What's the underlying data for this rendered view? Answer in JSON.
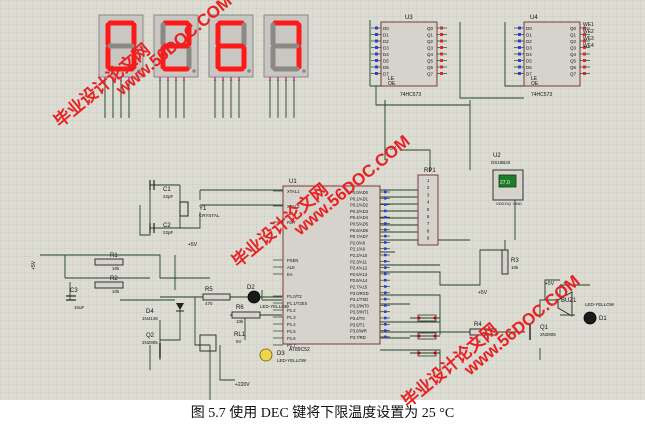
{
  "caption": "图 5.7 使用 DEC 键将下限温度设置为 25 °C",
  "display": {
    "digits": [
      "0",
      "2",
      "6",
      "7"
    ]
  },
  "watermark": {
    "lines": [
      "毕业设计论文网",
      "www.56DOC.COM"
    ]
  },
  "components": {
    "u3": {
      "ref": "U3",
      "part": "74HC573",
      "pins_left": [
        "D0",
        "D1",
        "D2",
        "D3",
        "D4",
        "D5",
        "D6",
        "D7"
      ],
      "pins_right": [
        "Q0",
        "Q1",
        "Q2",
        "Q3",
        "Q4",
        "Q5",
        "Q6",
        "Q7"
      ],
      "le": "LE",
      "oe": "OE"
    },
    "u4": {
      "ref": "U4",
      "part": "74HC573",
      "pins_left": [
        "D0",
        "D1",
        "D2",
        "D3",
        "D4",
        "D5",
        "D6",
        "D7"
      ],
      "pins_right": [
        "Q0",
        "Q1",
        "Q2",
        "Q3",
        "Q4",
        "Q5",
        "Q6",
        "Q7"
      ],
      "net_labels": [
        "WE1",
        "WE2",
        "WE3",
        "WE4"
      ],
      "le": "LE",
      "oe": "OE"
    },
    "u1": {
      "ref": "U1",
      "part": "AT89C52",
      "left_pins": [
        "XTAL1",
        "XTAL2",
        "RST",
        "PSEN",
        "ALE",
        "EA",
        "P1.0/T2",
        "P1.1/T2EX",
        "P1.2",
        "P1.3",
        "P1.4",
        "P1.5",
        "P1.6",
        "P1.7"
      ],
      "right_pins": [
        "P0.0/AD0",
        "P0.1/AD1",
        "P0.2/AD2",
        "P0.3/AD3",
        "P0.4/AD4",
        "P0.5/AD5",
        "P0.6/AD6",
        "P0.7/AD7",
        "P2.0/A8",
        "P2.1/A9",
        "P2.2/A10",
        "P2.3/A11",
        "P2.4/A12",
        "P2.5/A13",
        "P2.6/A14",
        "P2.7/A15",
        "P3.0/RXD",
        "P3.1/TXD",
        "P3.2/INT0",
        "P3.3/INT1",
        "P3.4/T0",
        "P3.5/T1",
        "P3.6/WR",
        "P3.7/RD"
      ]
    },
    "u2": {
      "ref": "U2",
      "part": "DS18B20",
      "reading": "27.0",
      "pins": [
        "VDD",
        "DQ",
        "GND"
      ]
    },
    "rp1": {
      "ref": "RP1",
      "pins": [
        "1",
        "2",
        "3",
        "4",
        "5",
        "6",
        "7",
        "8",
        "9"
      ]
    },
    "c1": {
      "ref": "C1",
      "value": "22pF"
    },
    "c2": {
      "ref": "C2",
      "value": "22pF"
    },
    "c3": {
      "ref": "C3",
      "value": "10uF"
    },
    "y1": {
      "ref": "Y1",
      "value": "CRYSTAL"
    },
    "r1": {
      "ref": "R1",
      "value": "10k"
    },
    "r2": {
      "ref": "R2",
      "value": "10k"
    },
    "r3": {
      "ref": "R3",
      "value": "10k"
    },
    "r4": {
      "ref": "R4",
      "value": "1k"
    },
    "r5": {
      "ref": "R5",
      "value": "470"
    },
    "r6": {
      "ref": "R6",
      "value": "10k"
    },
    "d1": {
      "ref": "D1",
      "value": "LED-YELLOW"
    },
    "d2": {
      "ref": "D2",
      "value": "LED-YELLOW"
    },
    "d3": {
      "ref": "D3",
      "value": "LED-YELLOW"
    },
    "d4": {
      "ref": "D4",
      "value": "1N4148"
    },
    "q1": {
      "ref": "Q1",
      "value": "2N2905"
    },
    "q2": {
      "ref": "Q2",
      "value": "2N2905"
    },
    "rl1": {
      "ref": "RL1",
      "value": "5V"
    },
    "buz1": {
      "ref": "BUZ1"
    }
  },
  "supply_labels": {
    "vcc": "+5V",
    "mains": "+220V"
  }
}
